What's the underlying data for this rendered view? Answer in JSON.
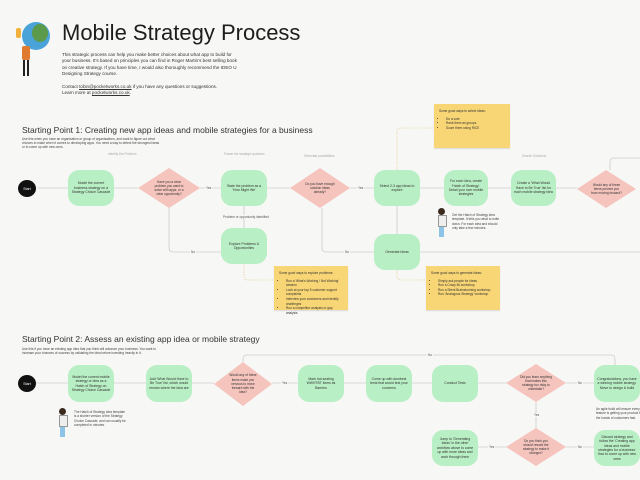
{
  "header": {
    "title": "Mobile Strategy Process",
    "intro": "This strategic process can help you make better choices about what app to build for your business. It's based on principles you can find in Roger Martin's best selling book on creative strategy. If you have time, I would also thoroughly recommend the IDEO U Designing Strategy course.",
    "contact_prefix": "Contact ",
    "contact_email": "tobin@pocketworks.co.uk",
    "contact_suffix": " if you have any questions or suggestions.",
    "learn_prefix": "Learn more at ",
    "learn_link": "pocketworks.co.uk",
    "learn_suffix": "."
  },
  "sp1": {
    "title": "Starting Point 1: Creating new app ideas and mobile strategies for a business",
    "desc": "Use this when you have an organisation or group of organisations, and want to figure out what choices to make when it comes to developing apps. You need a way to detect the strongest ideas or to come up with new ones.",
    "sections": [
      "Identify the Problem",
      "Frame the strategic question",
      "Generate possibilities",
      "Search Solutions"
    ],
    "start": "Start",
    "nodes": [
      "Model the current business strategy on a Strategy Choice Cascade",
      "Have you a clear problem you want to solve with apps, or a clear opportunity?",
      "State the problem as a 'How Might We'",
      "Do you have enough solution ideas already?",
      "Select 2-3 app ideas to explore",
      "For each idea, create 'Hatch of Strategy'. Detail your own mobile strategies",
      "Create a 'What Would Have to Be True' list for each mobile strategy idea",
      "Would any of these items prevent you from moving forward?",
      "Explore Problems & Opportunities",
      "Generate Ideas"
    ],
    "labels": {
      "yes1": "Yes",
      "no1": "No",
      "problem": "Problem or opportunity identified",
      "yes2": "Yes",
      "no2": "No"
    },
    "note_top": {
      "title": "Some good ways to select ideas:",
      "items": [
        "Do a vote",
        "Rank them as groups",
        "Score them using RICE"
      ]
    },
    "note_left": {
      "title": "Some good ways to explore problems:",
      "items": [
        "Run a 'What's Working / Not Working' session",
        "Look at your top 5 customer support complaints",
        "Interview your customers and identify challenges",
        "Run a competitor analysis or gap analysis"
      ]
    },
    "note_right": {
      "title": "Some good ways to generate ideas:",
      "items": [
        "Simply ask people for ideas",
        "Run a Crazy 8s workshop",
        "Run a Silent Brainstorming workshop",
        "Run 'Analogous Strategy' workshop"
      ]
    },
    "tip": "Get the Hatch of Strategy idea template. It tells you what to write down. For each idea and should only take a few minutes."
  },
  "sp2": {
    "title": "Starting Point 2: Assess an existing app idea or mobile strategy",
    "desc": "Use this if you have an existing app idea that you think will advance your business. You want to increase your chances of success by validating the idea before investing heavily in it.",
    "start": "Start",
    "nodes": [
      "Model the current mobile strategy or idea as a Hatch of Strategy on Strategy Choice Cascade",
      "Add 'What Would Have to Be True' list, which would remain where the idea are",
      "Would any of these items make you nervous to move forward with the idea?",
      "Mark hot-seating WWHTBT items as Barriers",
      "Come up with dumbest tests that would test your concerns",
      "Conduct Tests",
      "Did you learn anything that makes this strategy too risky to undertake?",
      "Congratulations, you have a winning mobile strategy. Move to design & build",
      "Jump to 'Generating Ideas' in the other workflow above to come up with more ideas and work through them",
      "Do you think you should rework the strategy to make it stronger?",
      "Discard strategy and follow the 'Creating app ideas and mobile strategies for a business' flow to come up with new ones"
    ],
    "labels": {
      "yes1": "Yes",
      "no_top": "No",
      "no1": "No",
      "yes2": "Yes",
      "yes3": "Yes",
      "no3": "No"
    },
    "after_note": "An agile build will ensure every feature is getting your product to the hands of customers fast.",
    "tip": "The Hatch of Strategy idea template is a shorter version of the Strategy Choice Cascade, and can usually be completed in minutes."
  },
  "colors": {
    "node": "#b9efc4",
    "diamond": "#f5c4bd",
    "note": "#f8d675",
    "start": "#111111"
  }
}
